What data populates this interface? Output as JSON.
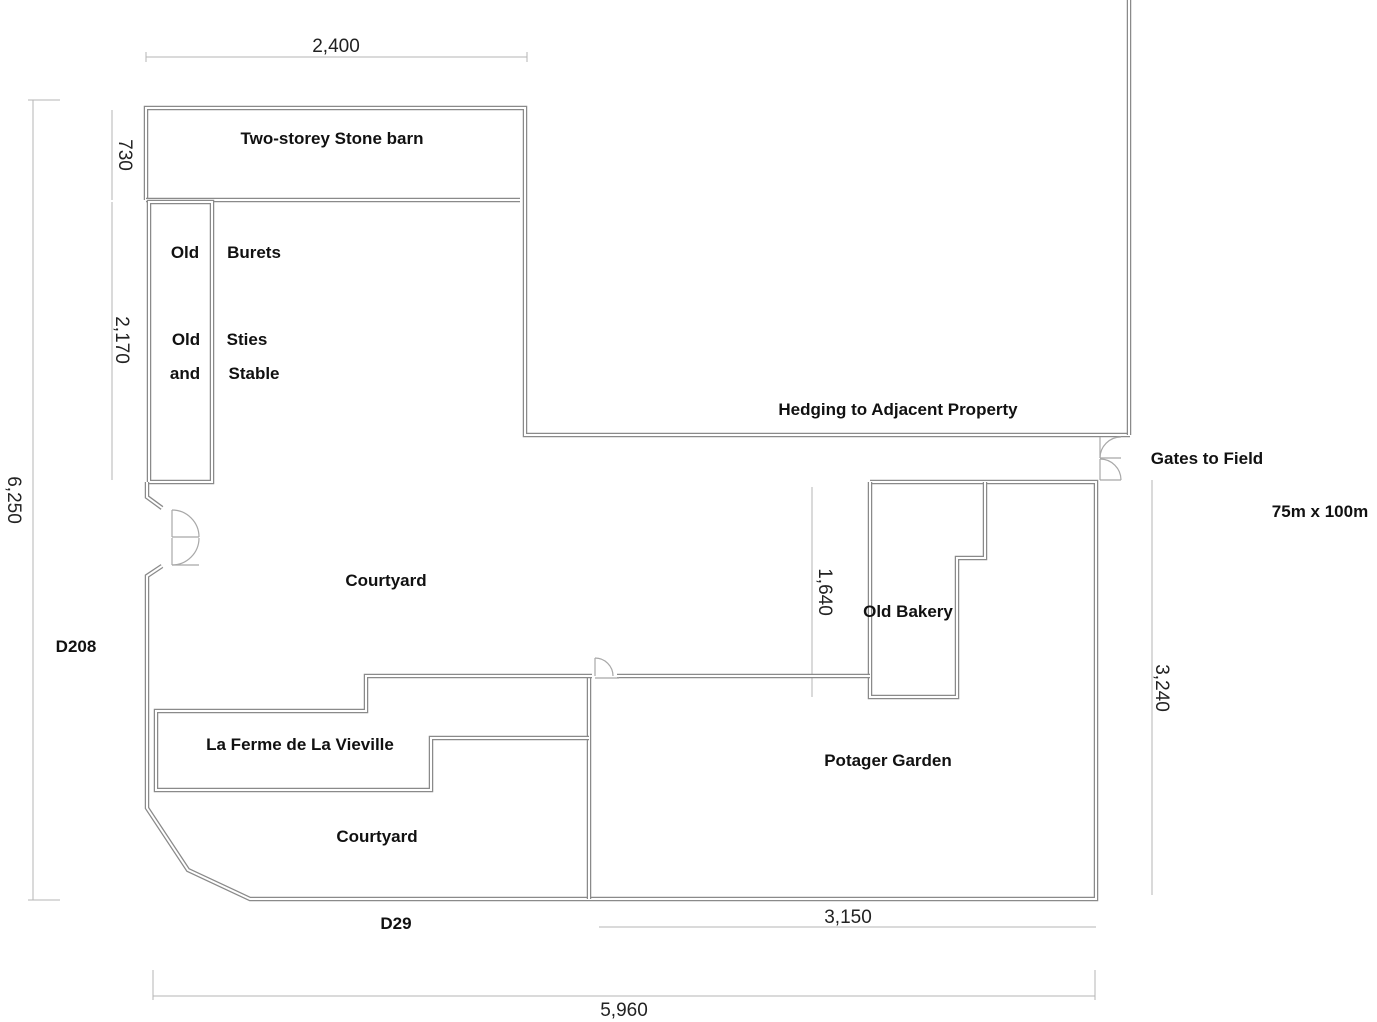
{
  "rooms": {
    "stone_barn": "Two-storey Stone barn",
    "burets_a": "Old",
    "burets_b": "Burets",
    "sties_a": "Old",
    "sties_b": "Sties",
    "stable_a": "and",
    "stable_b": "Stable",
    "hedging": "Hedging to Adjacent Property",
    "gates": "Gates to Field",
    "field_size": "75m x 100m",
    "courtyard_main": "Courtyard",
    "old_bakery": "Old Bakery",
    "road_west": "D208",
    "farmhouse": "La Ferme de La Vieville",
    "potager": "Potager Garden",
    "courtyard_small": "Courtyard",
    "road_south": "D29"
  },
  "dimensions": {
    "top_width": "2,400",
    "barn_depth": "730",
    "stables_length": "2,170",
    "total_depth": "6,250",
    "bakery_length": "1,640",
    "garden_depth": "3,240",
    "garden_width": "3,150",
    "total_width": "5,960"
  }
}
